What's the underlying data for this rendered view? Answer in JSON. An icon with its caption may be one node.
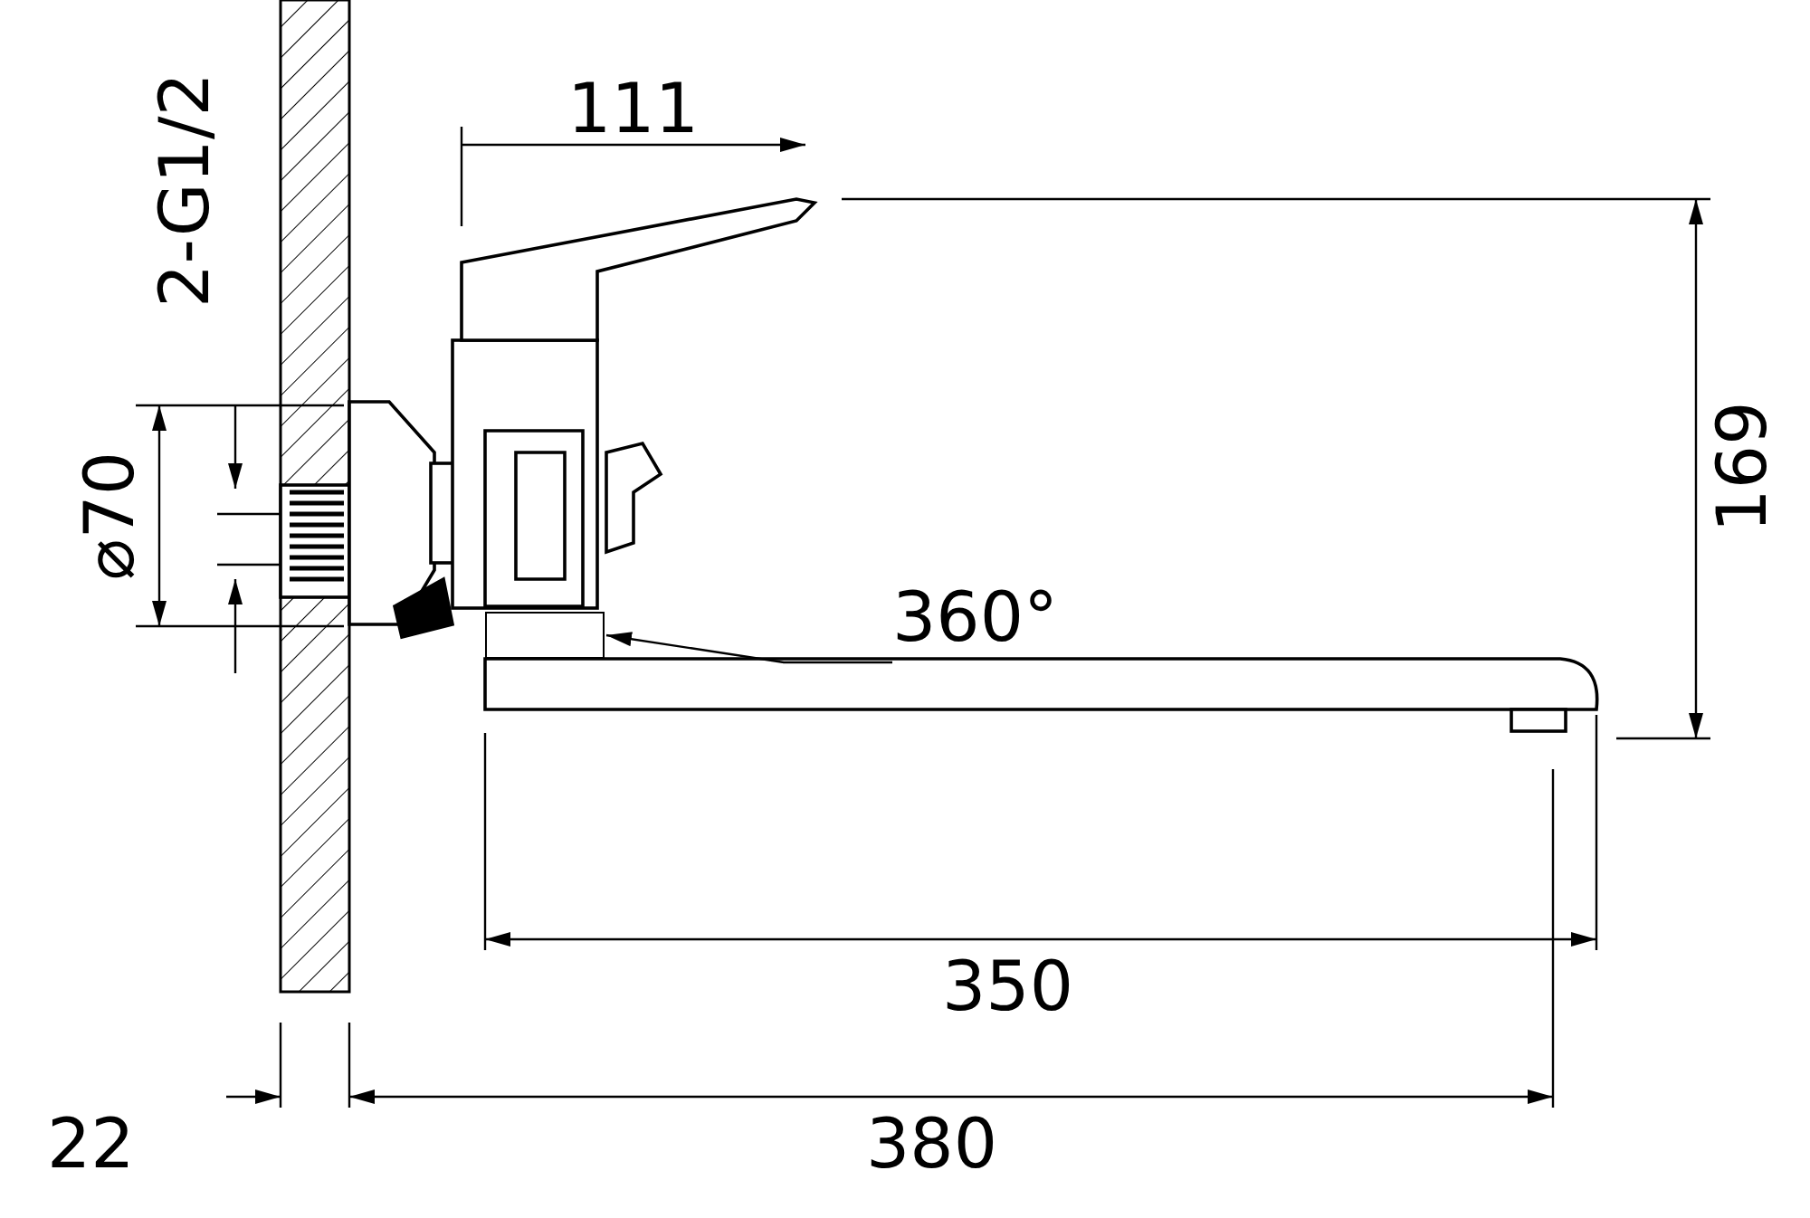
{
  "diagram": {
    "nodes": [
      {
        "text": [
          "360°"
        ]
      },
      {
        "text": [],
        "shape": "box"
      }
    ],
    "edges": [
      {
        "from": 0,
        "to": 1,
        "arrow": "to"
      }
    ],
    "labels": [
      "2-G1/2",
      "111",
      "⌀70",
      "169",
      "350",
      "22",
      "380"
    ]
  }
}
